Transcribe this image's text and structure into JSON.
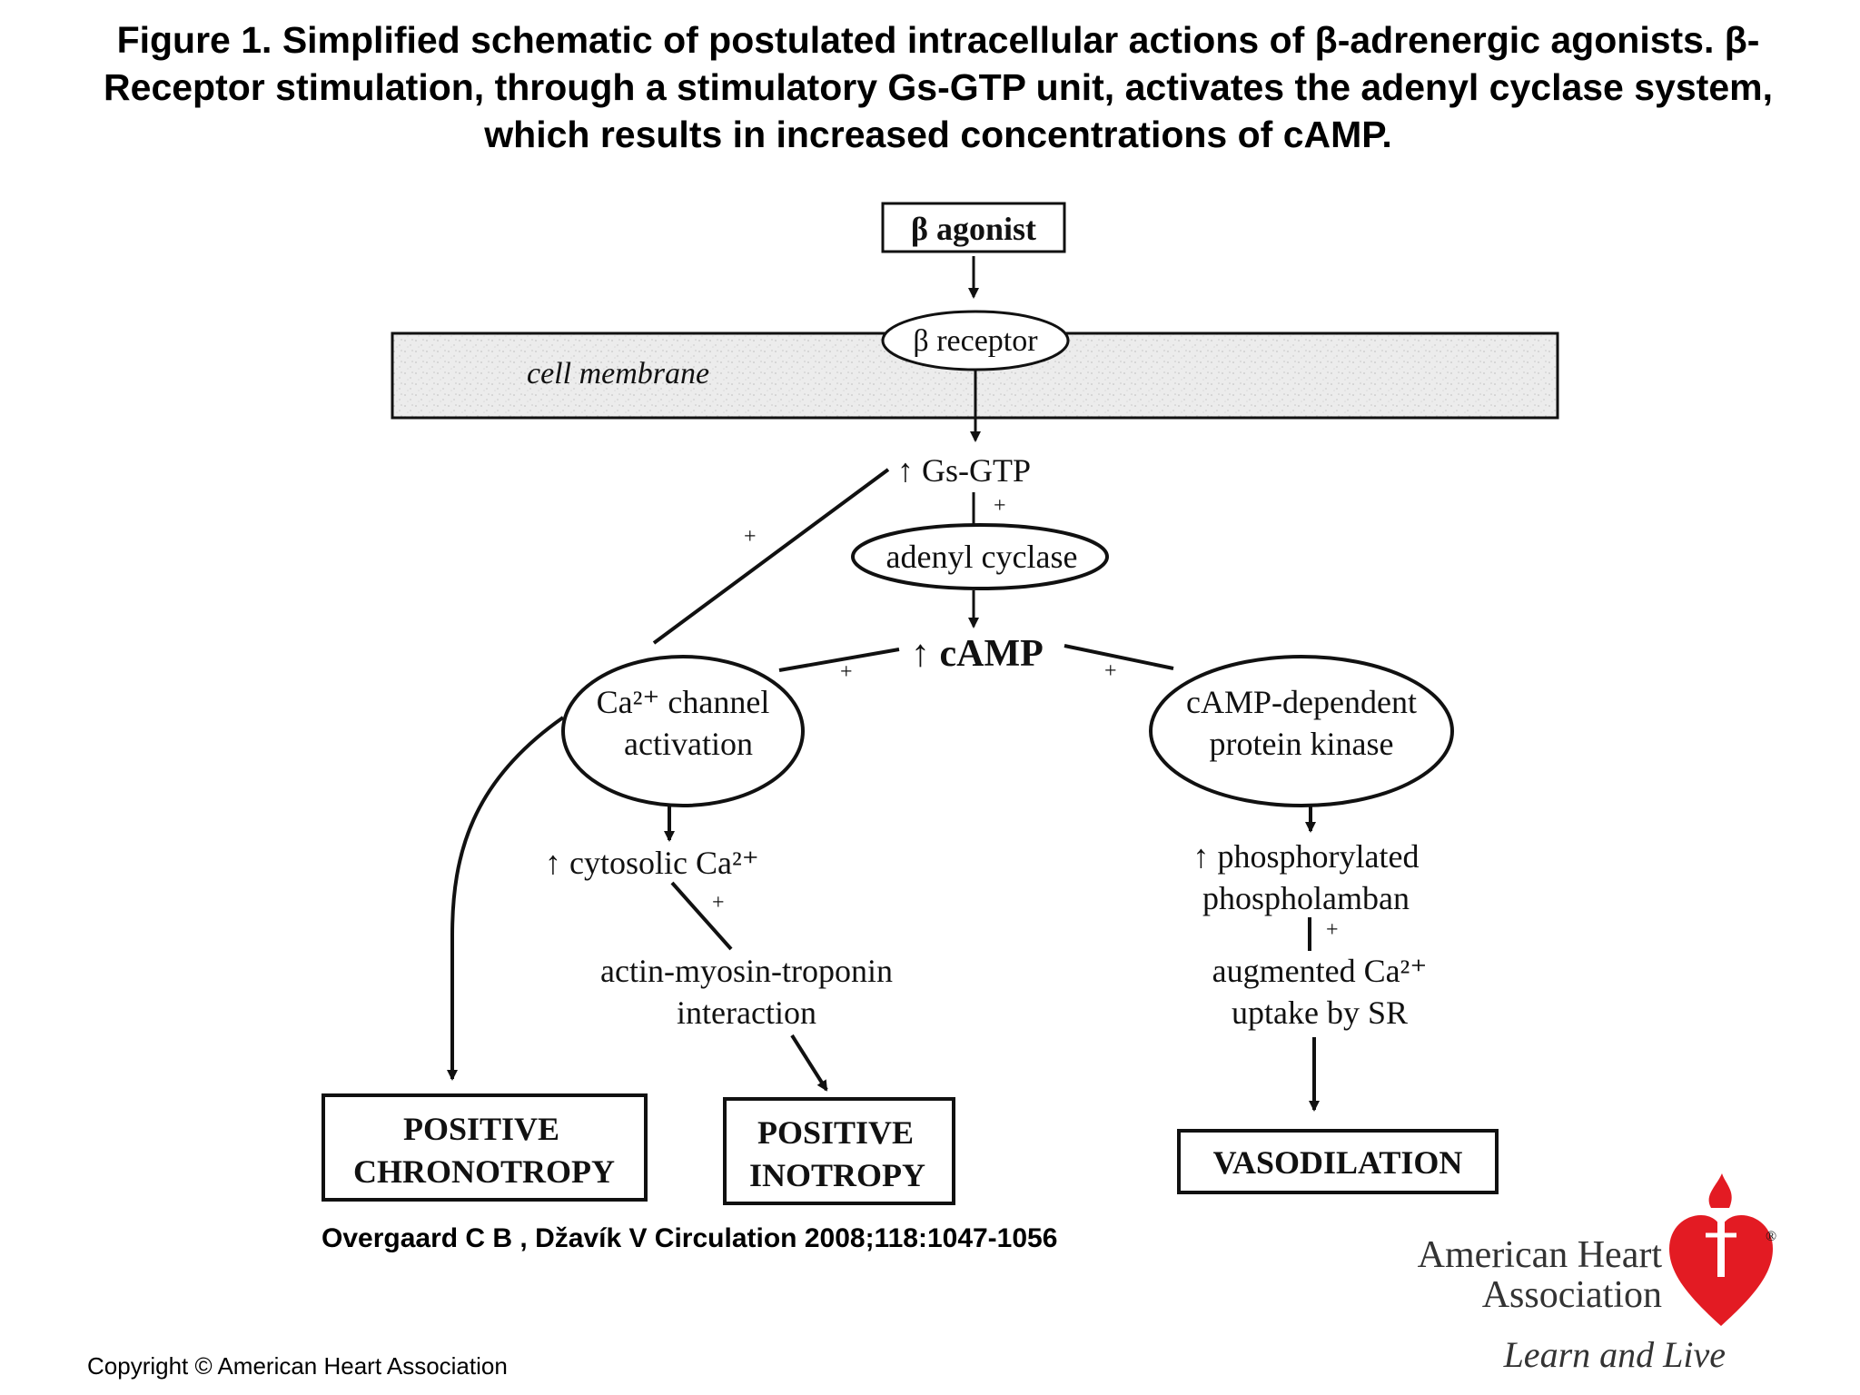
{
  "title": "Figure 1. Simplified schematic of postulated intracellular actions of β-adrenergic agonists. β-Receptor stimulation, through a stimulatory Gs-GTP unit, activates the adenyl cyclase system, which results in increased concentrations of cAMP.",
  "diagram": {
    "beta_agonist": "β agonist",
    "beta_receptor": "β receptor",
    "cell_membrane": "cell membrane",
    "gs_gtp": "↑ Gs-GTP",
    "adenyl_cyclase": "adenyl cyclase",
    "camp": "↑ cAMP",
    "ca_channel": {
      "line1": "Ca²⁺ channel",
      "line2": "activation"
    },
    "pka": {
      "line1": "cAMP-dependent",
      "line2": "protein kinase"
    },
    "cytosolic_ca": "↑ cytosolic Ca²⁺",
    "actin_myosin": {
      "line1": "actin-myosin-troponin",
      "line2": "interaction"
    },
    "phospholamban": {
      "line1": "↑ phosphorylated",
      "line2": "phospholamban"
    },
    "ca_uptake": {
      "line1": "augmented Ca²⁺",
      "line2": "uptake by SR"
    },
    "chronotropy": {
      "line1": "POSITIVE",
      "line2": "CHRONOTROPY"
    },
    "inotropy": {
      "line1": "POSITIVE",
      "line2": "INOTROPY"
    },
    "vasodilation": "VASODILATION",
    "plus_sign": "+"
  },
  "citation": "Overgaard C B , Džavík V Circulation 2008;118:1047-1056",
  "copyright": "Copyright © American Heart Association",
  "logo": {
    "name_line1": "American Heart",
    "name_line2": "Association",
    "tagline": "Learn and Live",
    "icon": "heart-torch-icon",
    "registered_mark": "®",
    "color": "#e31b23"
  }
}
